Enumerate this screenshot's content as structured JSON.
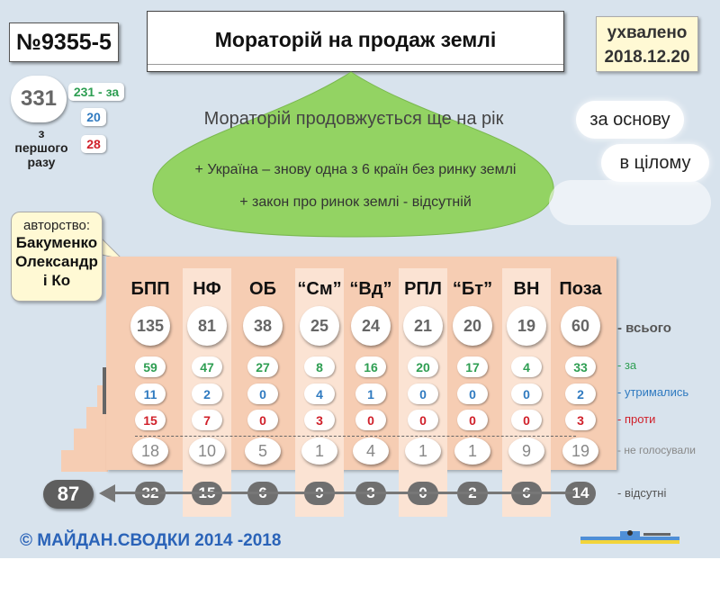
{
  "bill_number": "№9355-5",
  "title": "Мораторій на продаж землі",
  "approved": {
    "line1": "ухвалено",
    "line2": "2018.12.20"
  },
  "counts": {
    "total": "331",
    "for": "231 - за",
    "abstained": "20",
    "against": "28"
  },
  "first_time": {
    "line1": "з",
    "line2": "першого",
    "line3": "разу"
  },
  "summary": {
    "main": "Мораторій продовжується ще на рік",
    "point1": "+ Україна – знову одна з 6 країн без ринку землі",
    "point2": "+ закон про ринок землі - відсутній"
  },
  "basis": {
    "first": "за основу",
    "whole": "в цілому"
  },
  "authorship": {
    "label": "авторство:",
    "line1": "Бакуменко",
    "line2": "Олександр",
    "line3": "і Ко"
  },
  "parties": [
    {
      "name": "БПП",
      "total": "135",
      "for": "59",
      "abstained": "11",
      "against": "15",
      "not_voted": "18",
      "absent": "32"
    },
    {
      "name": "НФ",
      "total": "81",
      "for": "47",
      "abstained": "2",
      "against": "7",
      "not_voted": "10",
      "absent": "15"
    },
    {
      "name": "ОБ",
      "total": "38",
      "for": "27",
      "abstained": "0",
      "against": "0",
      "not_voted": "5",
      "absent": "6"
    },
    {
      "name": "“См”",
      "total": "25",
      "for": "8",
      "abstained": "4",
      "against": "3",
      "not_voted": "1",
      "absent": "9"
    },
    {
      "name": "“Вд”",
      "total": "24",
      "for": "16",
      "abstained": "1",
      "against": "0",
      "not_voted": "4",
      "absent": "3"
    },
    {
      "name": "РПЛ",
      "total": "21",
      "for": "20",
      "abstained": "0",
      "against": "0",
      "not_voted": "1",
      "absent": "0"
    },
    {
      "name": "“Бт”",
      "total": "20",
      "for": "17",
      "abstained": "0",
      "against": "0",
      "not_voted": "1",
      "absent": "2"
    },
    {
      "name": "ВН",
      "total": "19",
      "for": "4",
      "abstained": "0",
      "against": "0",
      "not_voted": "9",
      "absent": "6"
    },
    {
      "name": "Поза",
      "total": "60",
      "for": "33",
      "abstained": "2",
      "against": "3",
      "not_voted": "19",
      "absent": "14"
    }
  ],
  "absent_total": "87",
  "legend": {
    "total": "- всього",
    "for": "- за",
    "abstained": "- утримались",
    "against": "- проти",
    "not_voted": "- не голосували",
    "absent": "- відсутні"
  },
  "footer": "© МАЙДАН.СВОДКИ 2014 -2018",
  "colors": {
    "for": "#2e9e52",
    "abstained": "#2f7ac0",
    "against": "#d0202a",
    "panel": "#f6cdb3",
    "footer_text": "#2a63b8",
    "cloud_green": "#93d363"
  }
}
